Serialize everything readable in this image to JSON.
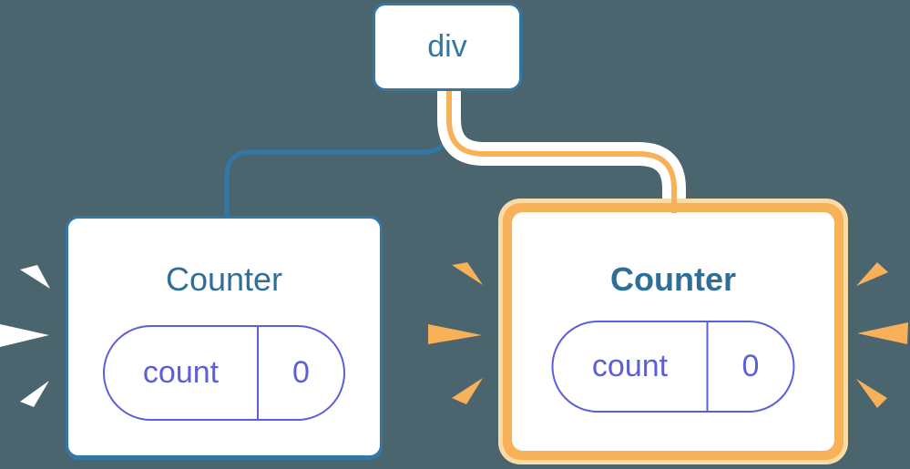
{
  "theme": {
    "bg": "#4B656E",
    "blue": "#3377A6",
    "text-blue": "#2E6E97",
    "purple": "#5C5FD9",
    "orange": "#F6B159",
    "light-orange": "#FBDBA4",
    "white": "#FFFFFF"
  },
  "diagram": {
    "root": {
      "label": "div"
    },
    "nodes": [
      {
        "title": "Counter",
        "state_key": "count",
        "state_value": "0",
        "highlighted": false
      },
      {
        "title": "Counter",
        "state_key": "count",
        "state_value": "0",
        "highlighted": true
      }
    ]
  }
}
